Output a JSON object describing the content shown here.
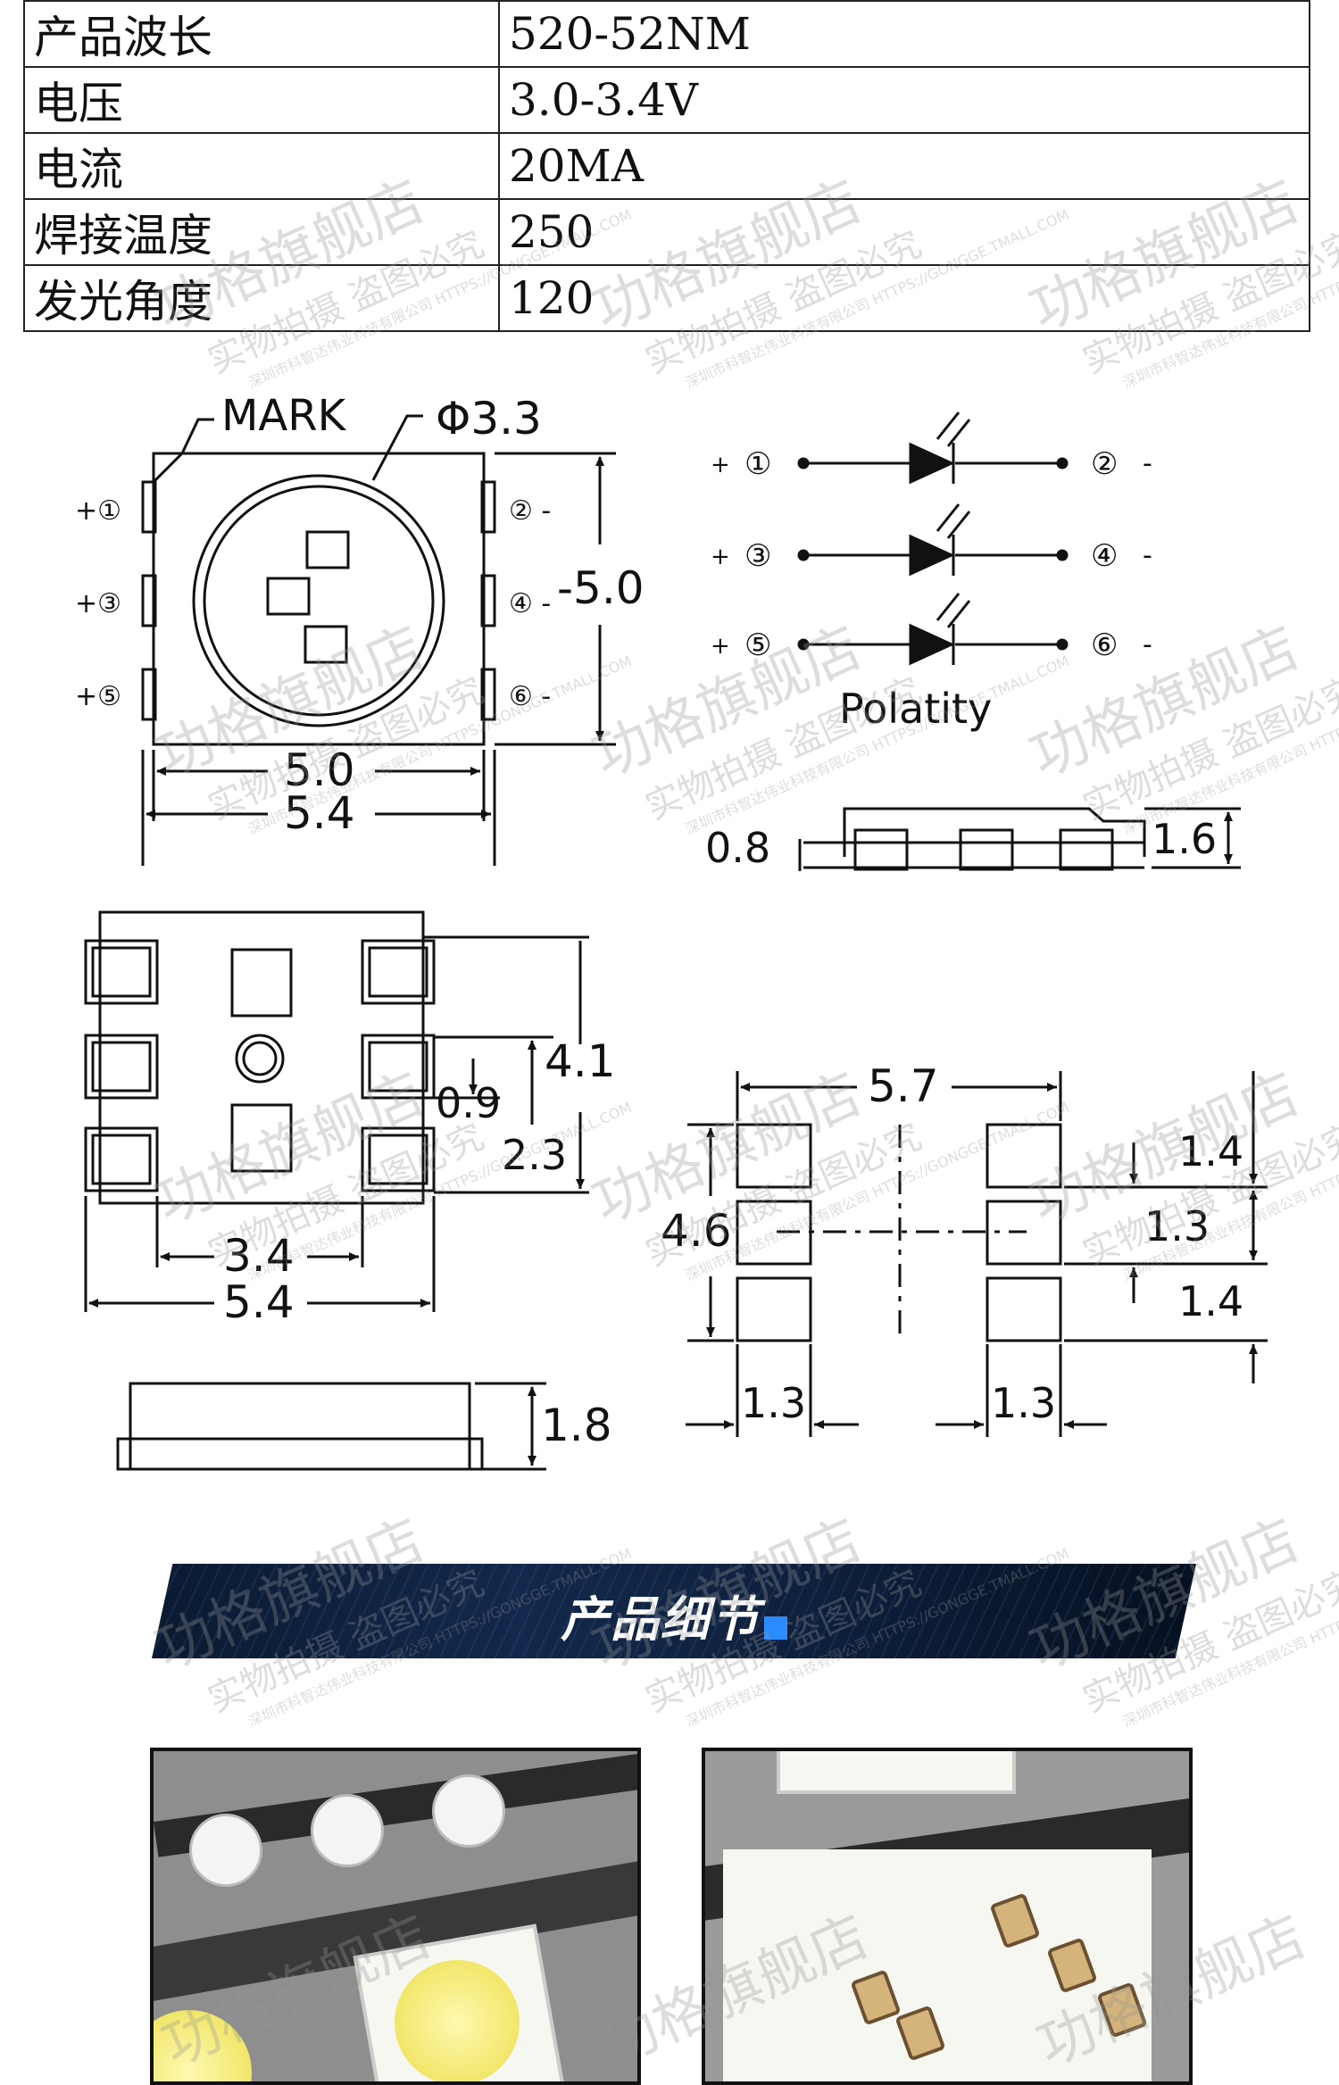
{
  "specs": [
    {
      "label": "产品波长",
      "value": "520-52NM"
    },
    {
      "label": "电压",
      "value": "3.0-3.4V"
    },
    {
      "label": "电流",
      "value": "20MA"
    },
    {
      "label": "焊接温度",
      "value": "250"
    },
    {
      "label": "发光角度",
      "value": "120"
    }
  ],
  "top_view": {
    "mark_label": "MARK",
    "diameter_label": "Φ3.3",
    "pins_left": [
      "+①",
      "+③",
      "+⑤"
    ],
    "pins_right": [
      "② -",
      "④ -",
      "⑥ -"
    ],
    "height_dim": "5.0",
    "width_dim_inner": "5.0",
    "width_dim_outer": "5.4"
  },
  "schematic": {
    "rows": [
      {
        "plus": "+",
        "left_pin": "①",
        "right_pin": "②",
        "minus": "-"
      },
      {
        "plus": "+",
        "left_pin": "③",
        "right_pin": "④",
        "minus": "-"
      },
      {
        "plus": "+",
        "left_pin": "⑤",
        "right_pin": "⑥",
        "minus": "-"
      }
    ],
    "title": "Polatity"
  },
  "side_view": {
    "left_dim": "0.8",
    "right_dim": "1.6"
  },
  "bottom_view": {
    "dim_height": "4.1",
    "dim_small": "0.9",
    "dim_pitch": "2.3",
    "dim_inner_width": "3.4",
    "dim_outer_width": "5.4"
  },
  "footprint": {
    "dim_width": "5.7",
    "dim_height": "4.6",
    "dim_row1": "1.4",
    "dim_row2": "1.3",
    "dim_row3": "1.4",
    "dim_pad_left": "1.3",
    "dim_pad_right": "1.3"
  },
  "profile_view": {
    "dim_height": "1.8"
  },
  "banner": {
    "title": "产品细节"
  },
  "watermark": {
    "line1": "功格旗舰店",
    "line2": "实物拍摄 盗图必究",
    "line3": "深圳市科智达伟业科技有限公司 HTTPS://GONGGE.TMALL.COM"
  }
}
